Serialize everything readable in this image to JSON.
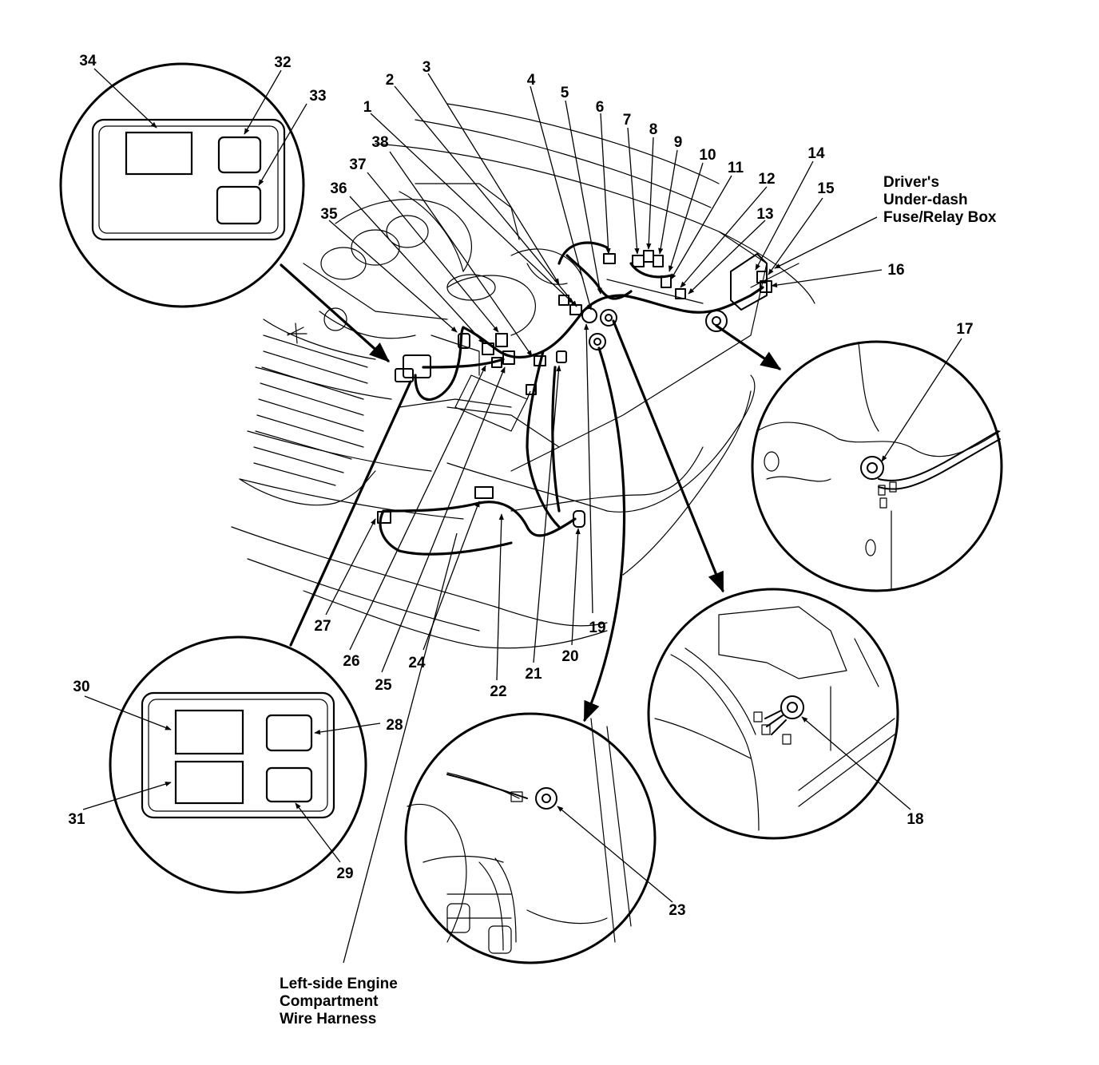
{
  "callouts": {
    "n1": "1",
    "n2": "2",
    "n3": "3",
    "n4": "4",
    "n5": "5",
    "n6": "6",
    "n7": "7",
    "n8": "8",
    "n9": "9",
    "n10": "10",
    "n11": "11",
    "n12": "12",
    "n13": "13",
    "n14": "14",
    "n15": "15",
    "n16": "16",
    "n17": "17",
    "n18": "18",
    "n19": "19",
    "n20": "20",
    "n21": "21",
    "n22": "22",
    "n23": "23",
    "n24": "24",
    "n25": "25",
    "n26": "26",
    "n27": "27",
    "n28": "28",
    "n29": "29",
    "n30": "30",
    "n31": "31",
    "n32": "32",
    "n33": "33",
    "n34": "34",
    "n35": "35",
    "n36": "36",
    "n37": "37",
    "n38": "38"
  },
  "labels": {
    "fuse_box": [
      "Driver's",
      "Under-dash",
      "Fuse/Relay Box"
    ],
    "harness": [
      "Left-side Engine",
      "Compartment",
      "Wire Harness"
    ]
  },
  "colors": {
    "ink": "#000000",
    "paper": "#ffffff"
  }
}
